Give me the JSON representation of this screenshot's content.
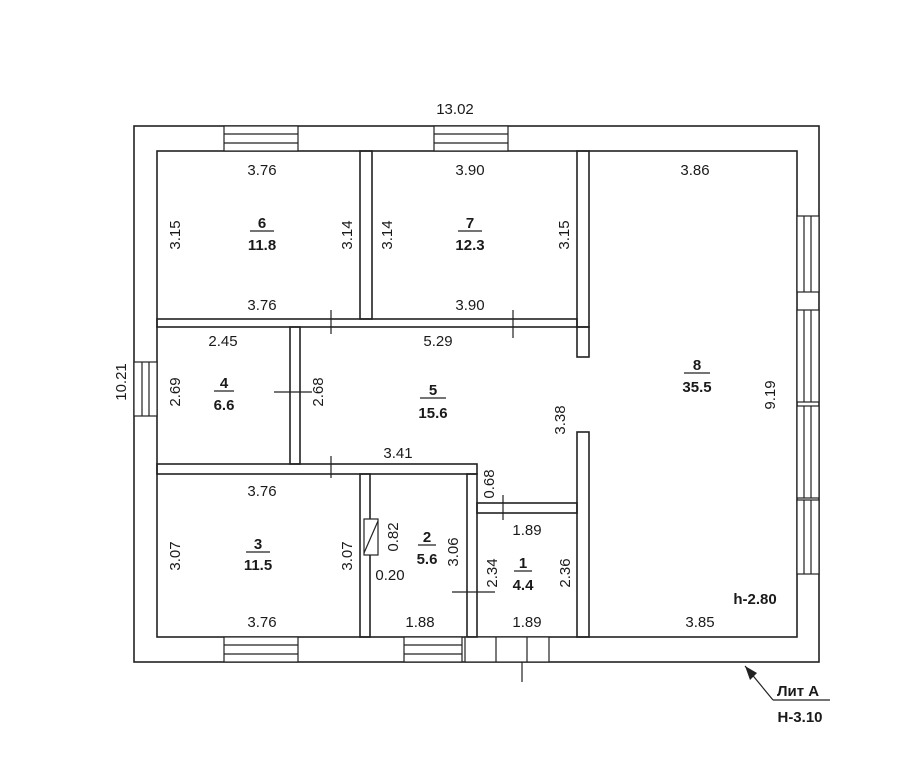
{
  "overall": {
    "width": "13.02",
    "depth": "10.21"
  },
  "rooms": [
    {
      "no": "6",
      "area": "11.8",
      "dims": [
        "3.76",
        "3.15",
        "3.14",
        "3.76"
      ]
    },
    {
      "no": "7",
      "area": "12.3",
      "dims": [
        "3.90",
        "3.14",
        "3.15",
        "3.90"
      ]
    },
    {
      "no": "8",
      "area": "35.5",
      "dims": [
        "3.86",
        "9.19",
        "3.85"
      ]
    },
    {
      "no": "4",
      "area": "6.6",
      "dims": [
        "2.45",
        "2.69",
        "2.68"
      ]
    },
    {
      "no": "5",
      "area": "15.6",
      "dims": [
        "5.29",
        "3.41",
        "3.38"
      ]
    },
    {
      "no": "3",
      "area": "11.5",
      "dims": [
        "3.76",
        "3.07",
        "3.07",
        "3.76"
      ]
    },
    {
      "no": "2",
      "area": "5.6",
      "dims": [
        "0.82",
        "0.20",
        "3.06",
        "1.88"
      ]
    },
    {
      "no": "1",
      "area": "4.4",
      "dims": [
        "1.89",
        "2.34",
        "2.36",
        "1.89"
      ]
    }
  ],
  "misc": {
    "step": "0.68",
    "ceiling": "h-2.80"
  },
  "lit": {
    "label": "Лит А",
    "height": "Н-3.10"
  }
}
